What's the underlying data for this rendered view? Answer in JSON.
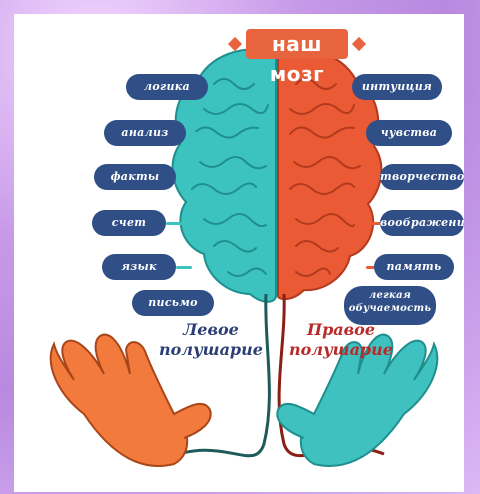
{
  "title": "наш мозг",
  "left_pills": [
    {
      "label": "логика"
    },
    {
      "label": "анализ"
    },
    {
      "label": "факты"
    },
    {
      "label": "счет"
    },
    {
      "label": "язык"
    },
    {
      "label": "письмо"
    }
  ],
  "right_pills": [
    {
      "label": "интуиция"
    },
    {
      "label": "чувства"
    },
    {
      "label": "творчество"
    },
    {
      "label": "воображение"
    },
    {
      "label": "память"
    },
    {
      "label": "легкая обучаемость"
    }
  ],
  "left_hemisphere": {
    "line1": "Левое",
    "line2": "полушарие"
  },
  "right_hemisphere": {
    "line1": "Правое",
    "line2": "полушарие"
  },
  "colors": {
    "left_brain": "#3cc3c0",
    "right_brain": "#ea5a34",
    "pill": "#2f4f86",
    "title_bg": "#e8643f",
    "left_hand": "#f27a3c",
    "right_hand": "#3fc1bf"
  }
}
